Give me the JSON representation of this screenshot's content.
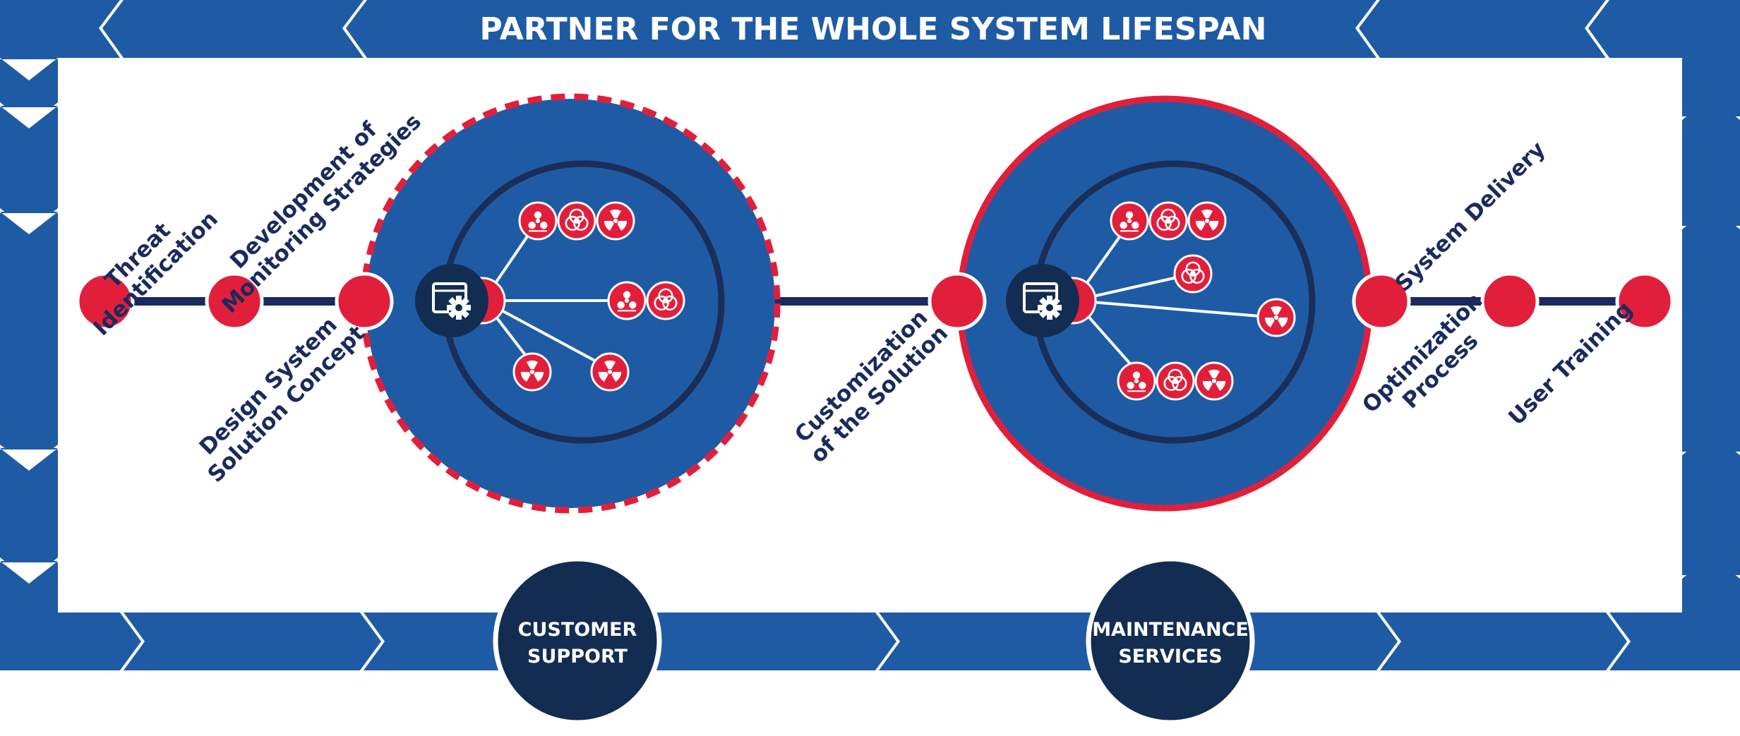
{
  "title": "PARTNER FOR THE WHOLE SYSTEM LIFESPAN",
  "colors": {
    "frame": "#1f5ba5",
    "navy": "#1b2a5e",
    "red": "#e21f3b",
    "dark": "#132d52",
    "inner_ring": "#1b2e57",
    "white": "#ffffff"
  },
  "steps": [
    {
      "lines": [
        "Threat",
        "Identification"
      ]
    },
    {
      "lines": [
        "Development of",
        "Monitoring Strategies"
      ]
    },
    {
      "lines": [
        "Design System",
        "Solution Concept"
      ]
    },
    {
      "lines": [
        "Customization",
        "of the Solution"
      ]
    },
    {
      "lines": [
        "System Delivery"
      ]
    },
    {
      "lines": [
        "Optimization",
        "Process"
      ]
    },
    {
      "lines": [
        "User Training"
      ]
    }
  ],
  "services": [
    {
      "lines": [
        "CUSTOMER",
        "SUPPORT"
      ]
    },
    {
      "lines": [
        "MAINTENANCE",
        "SERVICES"
      ]
    }
  ],
  "icons": {
    "hub": "settings-window-icon",
    "hazards": [
      "chemical-hazard-icon",
      "biohazard-icon",
      "radiation-icon"
    ]
  }
}
